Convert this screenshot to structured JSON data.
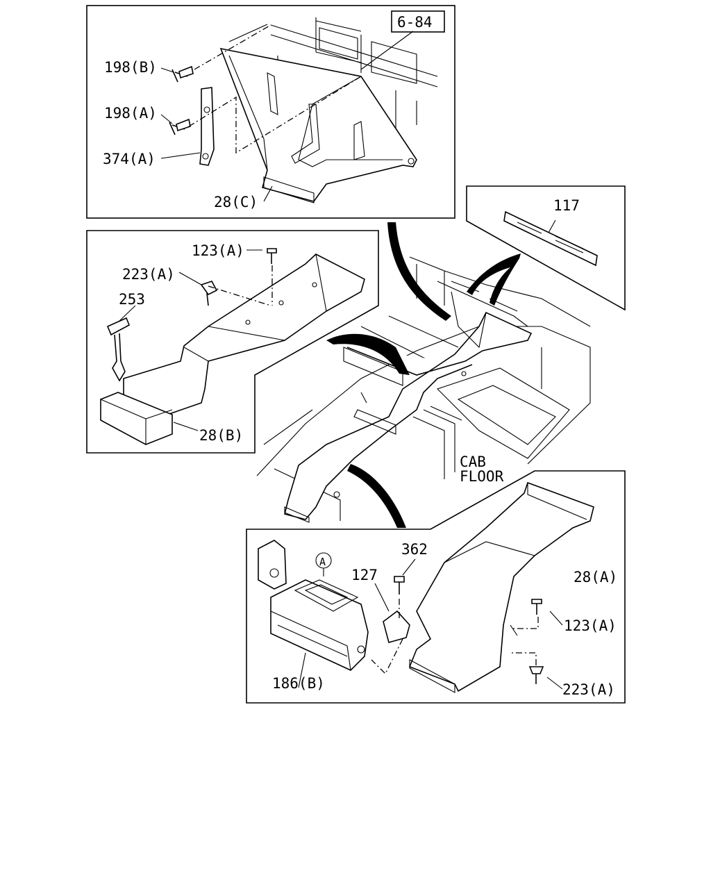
{
  "labels": {
    "ref_box": "6-84",
    "p198b": "198(B)",
    "p198a": "198(A)",
    "p374a": "374(A)",
    "p28c": "28(C)",
    "p117": "117",
    "p123a_top": "123(A)",
    "p223a_top": "223(A)",
    "p253": "253",
    "p28b": "28(B)",
    "cab_line1": "CAB",
    "cab_line2": "FLOOR",
    "p362": "362",
    "p127": "127",
    "circle_a": "A",
    "p28a": "28(A)",
    "p123a_bot": "123(A)",
    "p223a_bot": "223(A)",
    "p186b": "186(B)"
  }
}
